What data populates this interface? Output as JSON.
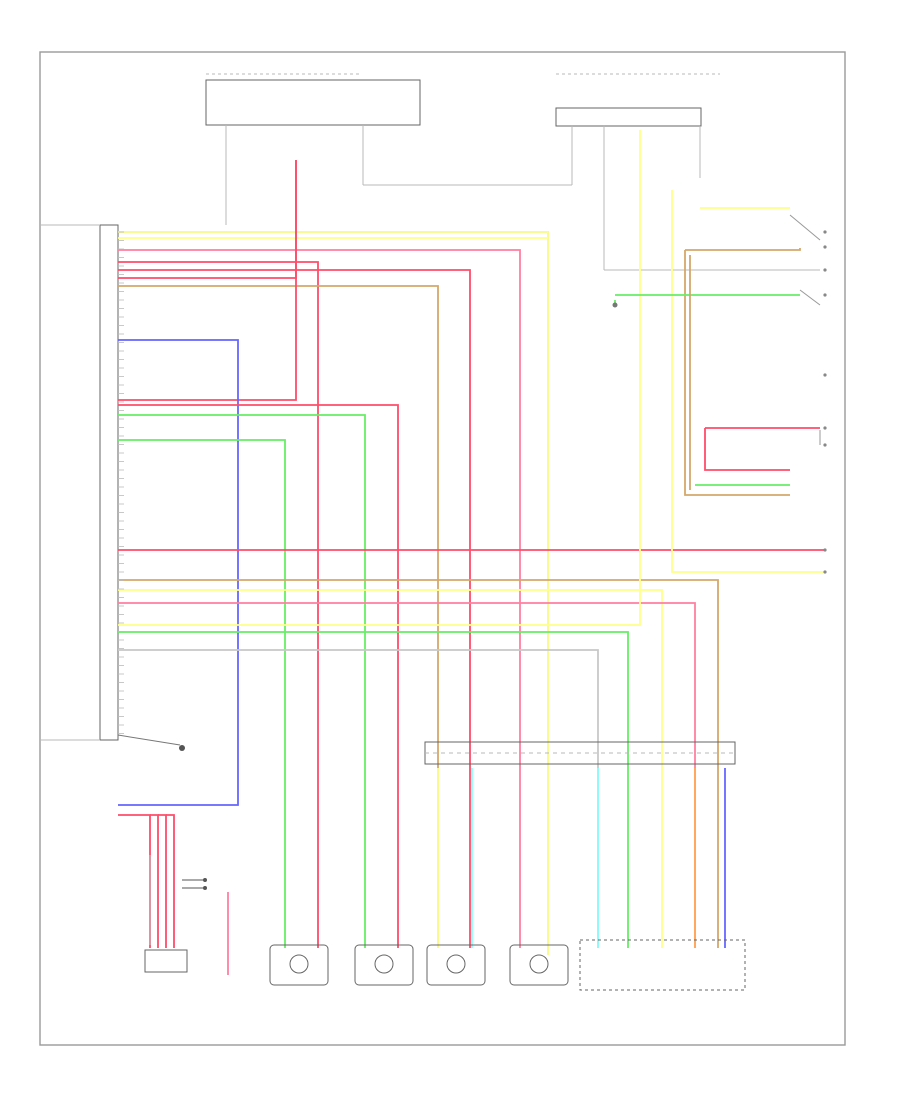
{
  "diagram": {
    "footer_code": "",
    "colors": {
      "red": "#ff4d6a",
      "pink": "#ff7fa0",
      "yellow": "#ffff8a",
      "green": "#66ee66",
      "blue": "#6666ff",
      "cyan": "#88ffff",
      "orange": "#ffaa55",
      "tan": "#d4a86a",
      "gray": "#c8c8c8",
      "frame": "#9a9a9a"
    },
    "components": [
      {
        "id": "fuse-box-top-left",
        "label": ""
      },
      {
        "id": "fuse-box-top-right",
        "label": ""
      },
      {
        "id": "ecu-connector",
        "label": ""
      },
      {
        "id": "pressure-switch",
        "label": ""
      },
      {
        "id": "transmission-connector",
        "label": ""
      },
      {
        "id": "solenoid-a",
        "label": ""
      },
      {
        "id": "solenoid-b",
        "label": ""
      },
      {
        "id": "solenoid-c",
        "label": ""
      },
      {
        "id": "solenoid-d",
        "label": ""
      },
      {
        "id": "shift-solenoid-group",
        "label": ""
      },
      {
        "id": "range-sensor",
        "label": ""
      }
    ]
  }
}
